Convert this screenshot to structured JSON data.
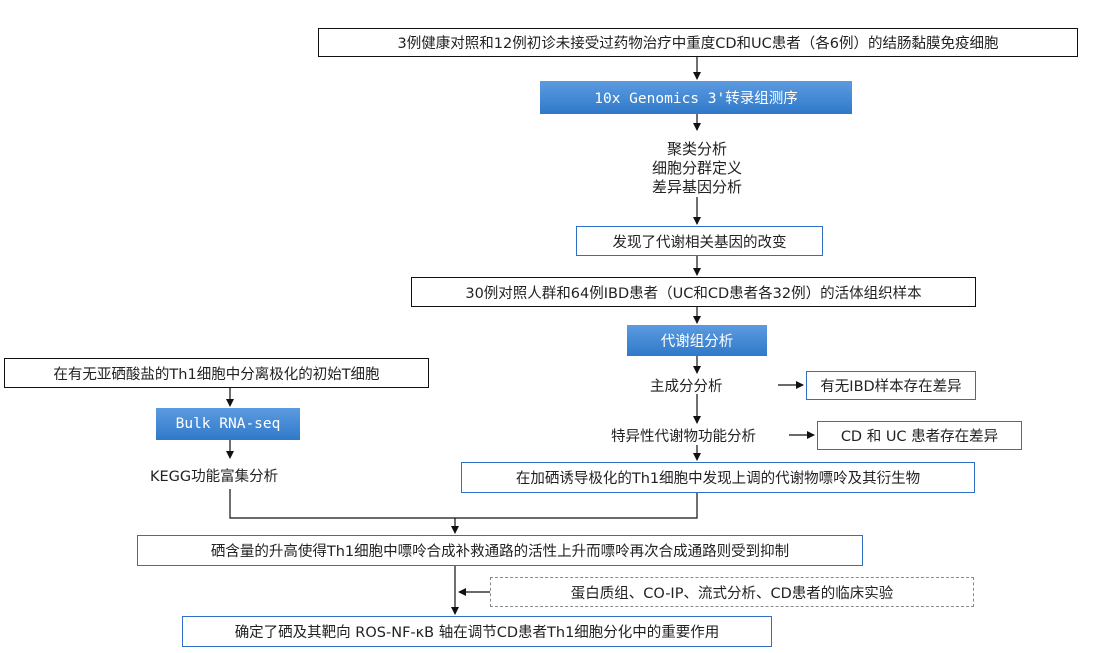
{
  "nodes": {
    "cohort": "3例健康对照和12例初诊未接受过药物治疗中重度CD和UC患者（各6例）的结肠黏膜免疫细胞",
    "sequencing": "10x Genomics 3'转录组测序",
    "analysis_steps": [
      "聚类分析",
      "细胞分群定义",
      "差异基因分析"
    ],
    "metabolic_gene_finding": "发现了代谢相关基因的改变",
    "biopsy_cohort": "30例对照人群和64例IBD患者（UC和CD患者各32例）的活体组织样本",
    "metabolomics": "代谢组分析",
    "pca": "主成分分析",
    "pca_result": "有无IBD样本存在差异",
    "specific_metabolite_analysis": "特异性代谢物功能分析",
    "specific_result": "CD 和 UC 患者存在差异",
    "purine_finding": "在加硒诱导极化的Th1细胞中发现上调的代谢物嘌呤及其衍生物",
    "tcell_experiment": "在有无亚硒酸盐的Th1细胞中分离极化的初始T细胞",
    "bulk_rnaseq": "Bulk RNA-seq",
    "kegg": "KEGG功能富集分析",
    "selenium_effect": "硒含量的升高使得Th1细胞中嘌呤合成补救通路的活性上升而嘌呤再次合成通路则受到抑制",
    "validation": "蛋白质组、CO-IP、流式分析、CD患者的临床实验",
    "conclusion": "确定了硒及其靶向 ROS-NF-κB 轴在调节CD患者Th1细胞分化中的重要作用"
  },
  "colors": {
    "blue_fill": "#3a84d3",
    "blue_border": "#2f6fc4",
    "dashed_border": "#8a8a8a",
    "line": "#111111"
  }
}
